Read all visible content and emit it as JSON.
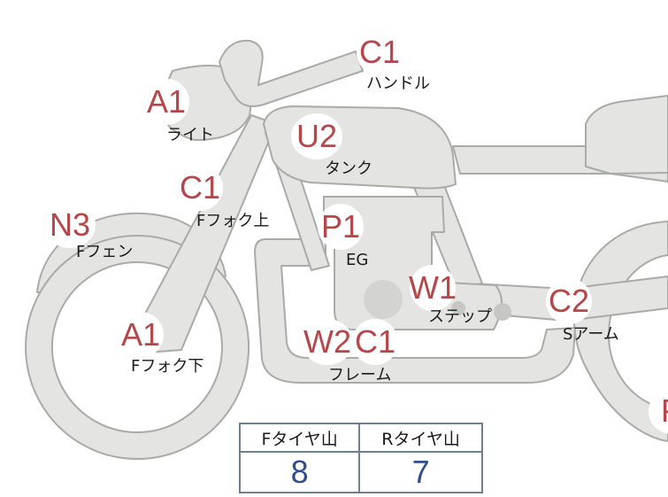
{
  "colors": {
    "part_code": "#b5474a",
    "body_fill": "#e4e4e2",
    "body_stroke": "#a9aba8",
    "engine_spot": "#d3d3d1",
    "table_border": "#6f7f8e",
    "tread_value": "#2e4c8e"
  },
  "parts": [
    {
      "code": "C1",
      "label": "ハンドル"
    },
    {
      "code": "A1",
      "label": "ライト"
    },
    {
      "code": "U2",
      "label": "タンク"
    },
    {
      "code": "C1",
      "label": "Fフォク上"
    },
    {
      "code": "N3",
      "label": "Fフェン"
    },
    {
      "code": "P1",
      "label": "EG"
    },
    {
      "code": "W1",
      "label": "ステップ"
    },
    {
      "code": "C2",
      "label": "Sアーム"
    },
    {
      "code": "A1",
      "label": "Fフォク下"
    },
    {
      "code": "W2",
      "label": ""
    },
    {
      "code": "C1",
      "label": "フレーム"
    },
    {
      "code": "P",
      "label": ""
    }
  ],
  "tread": {
    "front_label": "Fタイヤ山",
    "rear_label": "Rタイヤ山",
    "front_value": "8",
    "rear_value": "7"
  }
}
